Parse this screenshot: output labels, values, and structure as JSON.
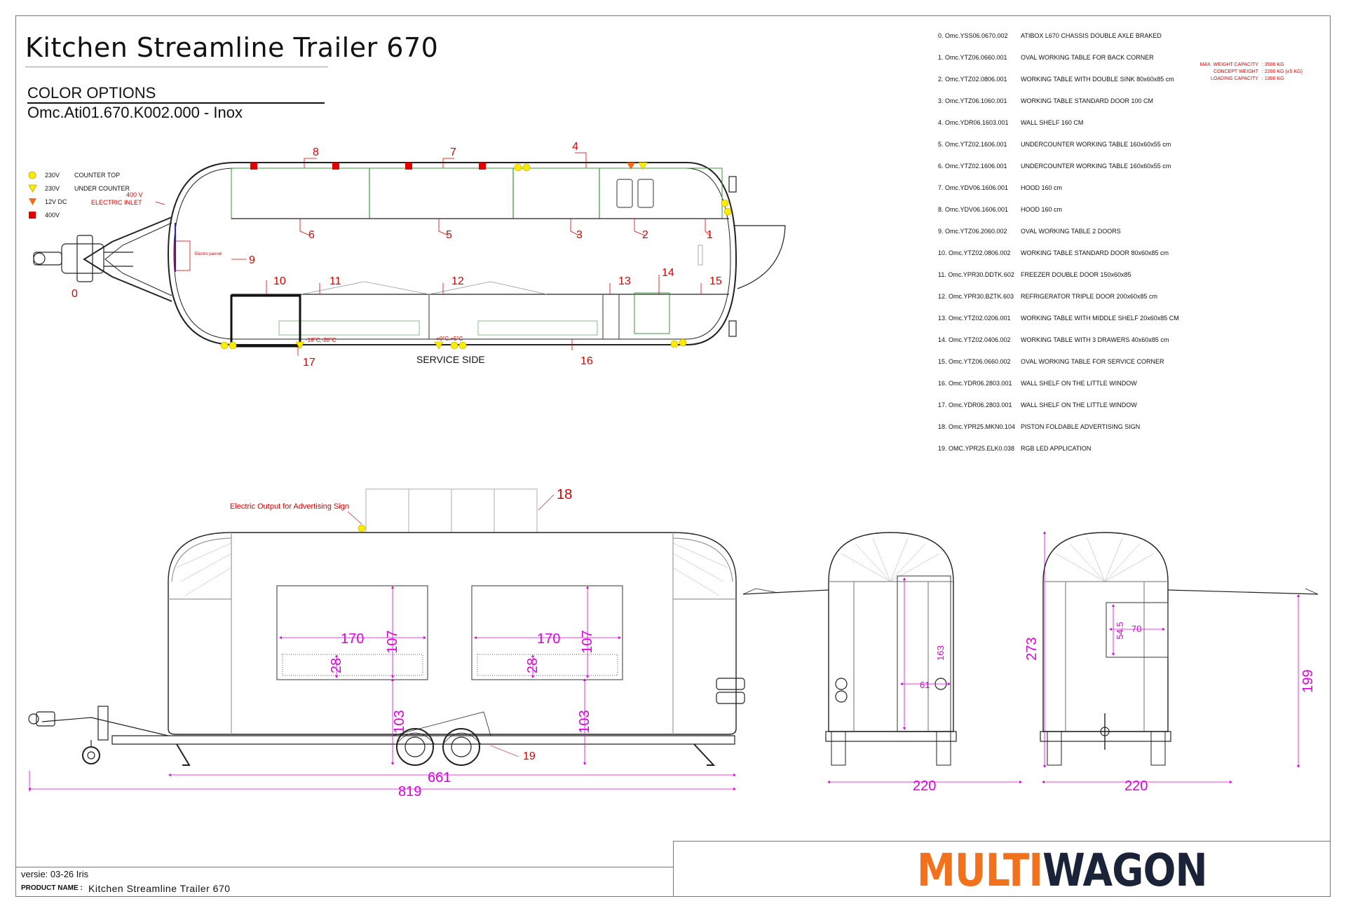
{
  "title": "Kitchen Streamline Trailer 670",
  "color_options": {
    "label": "COLOR OPTIONS",
    "code": "Omc.Ati01.670.K002.000 - Inox"
  },
  "legend": [
    {
      "symbol": "yellow-circle",
      "voltage": "230V",
      "label": "COUNTER TOP"
    },
    {
      "symbol": "yellow-triangle",
      "voltage": "230V",
      "label": "UNDER COUNTER"
    },
    {
      "symbol": "orange-triangle",
      "voltage": "12V DC",
      "label": ""
    },
    {
      "symbol": "red-square",
      "voltage": "400V",
      "label": ""
    }
  ],
  "parts": [
    {
      "code": "0. Omc.YSS06.0670.002",
      "desc": "ATIBOX L670 CHASSIS DOUBLE AXLE BRAKED"
    },
    {
      "code": "1. Omc.YTZ06.0660.001",
      "desc": "OVAL WORKING TABLE FOR BACK CORNER"
    },
    {
      "code": "2. Omc.YTZ02.0806.001",
      "desc": "WORKING TABLE WITH DOUBLE SINK 80x60x85 cm"
    },
    {
      "code": "3. Omc.YTZ06.1060.001",
      "desc": "WORKING TABLE STANDARD DOOR 100 CM"
    },
    {
      "code": "4. Omc.YDR06.1603.001",
      "desc": "WALL SHELF 160 CM"
    },
    {
      "code": "5. Omc.YTZ02.1606.001",
      "desc": "UNDERCOUNTER WORKING TABLE 160x60x55 cm"
    },
    {
      "code": "6. Omc.YTZ02.1606.001",
      "desc": "UNDERCOUNTER WORKING TABLE 160x60x55 cm"
    },
    {
      "code": "7. Omc.YDV06.1606.001",
      "desc": "HOOD 160 cm"
    },
    {
      "code": "8. Omc.YDV06.1606.001",
      "desc": "HOOD 160 cm"
    },
    {
      "code": "9. Omc.YTZ06.2060.002",
      "desc": "OVAL WORKING TABLE 2 DOORS"
    },
    {
      "code": "10. Omc.YTZ02.0806.002",
      "desc": "WORKING TABLE STANDARD DOOR 80x60x85 cm"
    },
    {
      "code": "11. Omc.YPR30.DDTK.602",
      "desc": "FREEZER DOUBLE DOOR 150x60x85"
    },
    {
      "code": "12. Omc.YPR30.BZTK.603",
      "desc": "REFRIGERATOR TRIPLE DOOR 200x60x85 cm"
    },
    {
      "code": "13. Omc.YTZ02.0206.001",
      "desc": "WORKING TABLE WITH MIDDLE SHELF 20x60x85 CM"
    },
    {
      "code": "14. Omc.YTZ02.0406.002",
      "desc": "WORKING TABLE WITH 3 DRAWERS 40x60x85 cm"
    },
    {
      "code": "15. Omc.YTZ06.0660.002",
      "desc": "OVAL WORKING TABLE FOR SERVICE CORNER"
    },
    {
      "code": "16. Omc.YDR06.2803.001",
      "desc": "WALL SHELF ON THE LITTLE WINDOW"
    },
    {
      "code": "17. Omc.YDR06.2803.001",
      "desc": "WALL SHELF ON THE LITTLE WINDOW"
    },
    {
      "code": "18. Omc.YPR25.MKN0.104",
      "desc": "PISTON FOLDABLE ADVERTISING SIGN"
    },
    {
      "code": "19. OMC.YPR25.ELK0.038",
      "desc": "RGB LED APPLICATION"
    }
  ],
  "weights": [
    {
      "k": "MAX. WEIGHT CAPACITY",
      "v": ": 3500 KG"
    },
    {
      "k": "CONCEPT WEIGHT",
      "v": ": 2200 KG (±5 KG)"
    },
    {
      "k": "LOADING CAPACITY",
      "v": ": 1300 KG"
    }
  ],
  "plan": {
    "electric_inlet": "400 V\nELECTRIC INLET",
    "electro_panel": "Electro pannel",
    "service_side": "SERVICE SIDE",
    "freezer_temp": "-18°C,-20°C",
    "fridge_temp": "+0°C,+5°C",
    "numbers": [
      "0",
      "1",
      "2",
      "3",
      "4",
      "5",
      "6",
      "7",
      "8",
      "9",
      "10",
      "11",
      "12",
      "13",
      "14",
      "15",
      "16",
      "17"
    ]
  },
  "side": {
    "advert_label": "Electric Output for Advertising Sign",
    "item18": "18",
    "item19": "19",
    "win_width": "170",
    "win_height": "107",
    "counter_h": "28",
    "floor_h": "103",
    "body_len": "661",
    "total_len": "819"
  },
  "rear": {
    "height": "273",
    "door_h": "163",
    "door_w": "61",
    "width": "220"
  },
  "front": {
    "win_w": "70",
    "win_h": "54.5",
    "height": "199",
    "width": "220"
  },
  "footer": {
    "versie": "versie: 03-26 Iris",
    "product_name_label": "PRODUCT NAME :",
    "product_name": "Kitchen Streamline Trailer 670"
  },
  "logo": {
    "part1": "MULTI",
    "part2": "WAGON",
    "color1": "#f2711c",
    "color2": "#1a2338"
  },
  "colors": {
    "annotation": "#e00000",
    "dimension": "#e000e0",
    "outline": "#222222"
  }
}
